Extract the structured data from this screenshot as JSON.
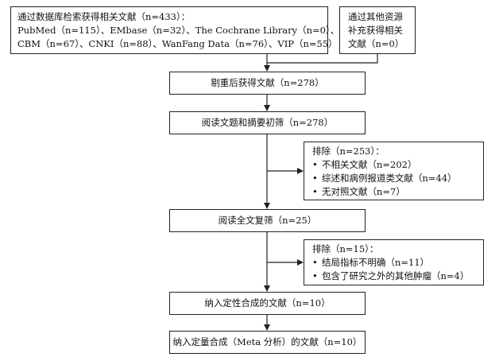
{
  "records": {
    "database_search": {
      "title": "通过数据库检索获得相关文献（n=433）：",
      "line2": "PubMed（n=115）、EMbase（n=32）、The Cochrane Library（n=0）、",
      "line3": "CBM（n=67）、CNKI（n=88）、WanFang Data（n=76）、VIP（n=55）"
    },
    "other_sources": {
      "line1": "通过其他资源",
      "line2": "补充获得相关",
      "line3": "文献（n=0）"
    },
    "after_dedup": "剔重后获得文献（n=278）",
    "title_abstract_screen": "阅读文题和摘要初筛（n=278）",
    "exclusion_1": {
      "title": "排除（n=253）：",
      "items": [
        "不相关文献（n=202）",
        "综述和病例报道类文献（n=44）",
        "无对照文献（n=7）"
      ]
    },
    "fulltext_review": "阅读全文复筛（n=25）",
    "exclusion_2": {
      "title": "排除（n=15）：",
      "items": [
        "结局指标不明确（n=11）",
        "包含了研究之外的其他肿瘤（n=4）"
      ]
    },
    "qualitative": "纳入定性合成的文献（n=10）",
    "quantitative": "纳入定量合成（Meta 分析）的文献（n=10）"
  },
  "bullet_symbol": "•"
}
